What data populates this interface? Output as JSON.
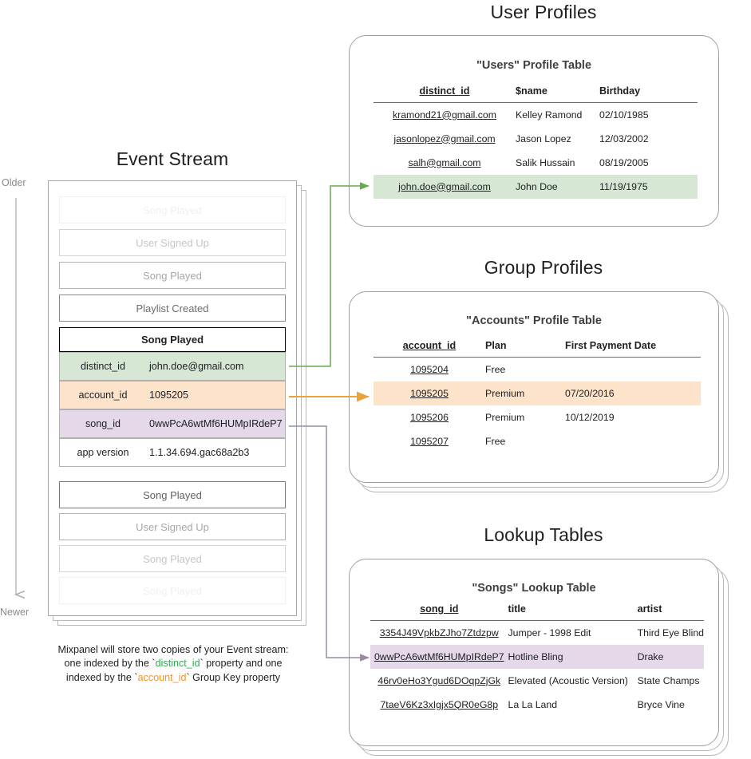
{
  "sections": {
    "event_stream_title": "Event Stream",
    "user_profiles_title": "User Profiles",
    "group_profiles_title": "Group Profiles",
    "lookup_tables_title": "Lookup Tables"
  },
  "time_axis": {
    "older": "Older",
    "newer": "Newer"
  },
  "event_stream": {
    "events_before": [
      {
        "label": "Song Played",
        "fade": "f1"
      },
      {
        "label": "User Signed Up",
        "fade": "f2"
      },
      {
        "label": "Song Played",
        "fade": "f3"
      },
      {
        "label": "Playlist Created",
        "fade": "f4"
      }
    ],
    "expanded_event": {
      "name": "Song Played",
      "properties": [
        {
          "key": "distinct_id",
          "value": "john.doe@gmail.com",
          "tint": "g"
        },
        {
          "key": "account_id",
          "value": "1095205",
          "tint": "o"
        },
        {
          "key": "song_id",
          "value": "0wwPcA6wtMf6HUMpIRdeP7",
          "tint": "p"
        },
        {
          "key": "app version",
          "value": "1.1.34.694.gac68a2b3",
          "tint": "w"
        }
      ]
    },
    "events_after": [
      {
        "label": "Song Played",
        "fade": "f5"
      },
      {
        "label": "User Signed Up",
        "fade": "f3"
      },
      {
        "label": "Song Played",
        "fade": "f2"
      },
      {
        "label": "Song Played",
        "fade": "f1"
      }
    ]
  },
  "caption": {
    "line1_a": "Mixpanel will store two copies of your Event stream:",
    "line2_a": "one indexed by the `",
    "line2_b": "distinct_id",
    "line2_c": "` property and one",
    "line3_a": "indexed by the `",
    "line3_b": "account_id",
    "line3_c": "` Group Key property"
  },
  "users_table": {
    "title": "\"Users\" Profile Table",
    "columns": [
      "distinct_id",
      "$name",
      "Birthday"
    ],
    "rows": [
      {
        "cells": [
          "kramond21@gmail.com",
          "Kelley Ramond",
          "02/10/1985"
        ],
        "highlight": ""
      },
      {
        "cells": [
          "jasonlopez@gmail.com",
          "Jason Lopez",
          "12/03/2002"
        ],
        "highlight": ""
      },
      {
        "cells": [
          "salh@gmail.com",
          "Salik Hussain",
          "08/19/2005"
        ],
        "highlight": ""
      },
      {
        "cells": [
          "john.doe@gmail.com",
          "John Doe",
          "11/19/1975"
        ],
        "highlight": "hl-green"
      }
    ]
  },
  "accounts_table": {
    "title": "\"Accounts\" Profile Table",
    "columns": [
      "account_id",
      "Plan",
      "First Payment Date"
    ],
    "rows": [
      {
        "cells": [
          "1095204",
          "Free",
          ""
        ],
        "highlight": ""
      },
      {
        "cells": [
          "1095205",
          "Premium",
          "07/20/2016"
        ],
        "highlight": "hl-orange"
      },
      {
        "cells": [
          "1095206",
          "Premium",
          "10/12/2019"
        ],
        "highlight": ""
      },
      {
        "cells": [
          "1095207",
          "Free",
          ""
        ],
        "highlight": ""
      }
    ]
  },
  "songs_table": {
    "title": "\"Songs\" Lookup Table",
    "columns": [
      "song_id",
      "title",
      "artist"
    ],
    "rows": [
      {
        "cells": [
          "3354J49VpkbZJho7Ztdzpw",
          "Jumper - 1998 Edit",
          "Third Eye Blind"
        ],
        "highlight": ""
      },
      {
        "cells": [
          "0wwPcA6wtMf6HUMpIRdeP7",
          "Hotline Bling",
          "Drake"
        ],
        "highlight": "hl-purple"
      },
      {
        "cells": [
          "46rv0eHo3Ygud6DOqpZjGk",
          "Elevated (Acoustic Version)",
          "State Champs"
        ],
        "highlight": ""
      },
      {
        "cells": [
          "7taeV6Kz3xIgjx5QR0eG8p",
          "La La Land",
          "Bryce Vine"
        ],
        "highlight": ""
      }
    ]
  },
  "colors": {
    "green_highlight": "#d6e8d3",
    "orange_highlight": "#fce3c9",
    "purple_highlight": "#e5d8e9",
    "green_arrow": "#6aa84f",
    "orange_arrow": "#e8a33d",
    "purple_arrow": "#9a8aa3",
    "card_border": "#9e9e9e"
  }
}
